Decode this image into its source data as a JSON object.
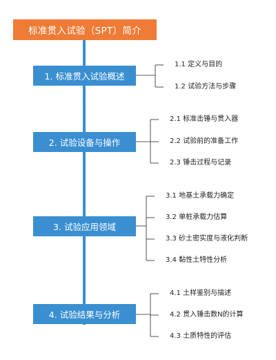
{
  "diagram": {
    "root": {
      "label": "标准贯入试验（SPT）简介"
    },
    "colors": {
      "root": "#ee7b36",
      "section": "#3a8fd1",
      "trunk": "#3a8fd1",
      "branch": "#222222"
    },
    "sections": [
      {
        "label": "1. 标准贯入试验概述",
        "children": [
          "1.1 定义与目的",
          "1.2 试验方法与步骤"
        ]
      },
      {
        "label": "2. 试验设备与操作",
        "children": [
          "2.1 标准击锤与贯入器",
          "2.2 试验前的准备工作",
          "2.3 锤击过程与记录"
        ]
      },
      {
        "label": "3. 试验应用领域",
        "children": [
          "3.1 地基土承载力确定",
          "3.2 单桩承载力估算",
          "3.3 砂土密实度与液化判断",
          "3.4 黏性土特性分析"
        ]
      },
      {
        "label": "4. 试验结果与分析",
        "children": [
          "4.1 土样鉴别与描述",
          "4.2 贯入锤击数N的计算",
          "4.3 土质特性的评估"
        ]
      }
    ]
  }
}
